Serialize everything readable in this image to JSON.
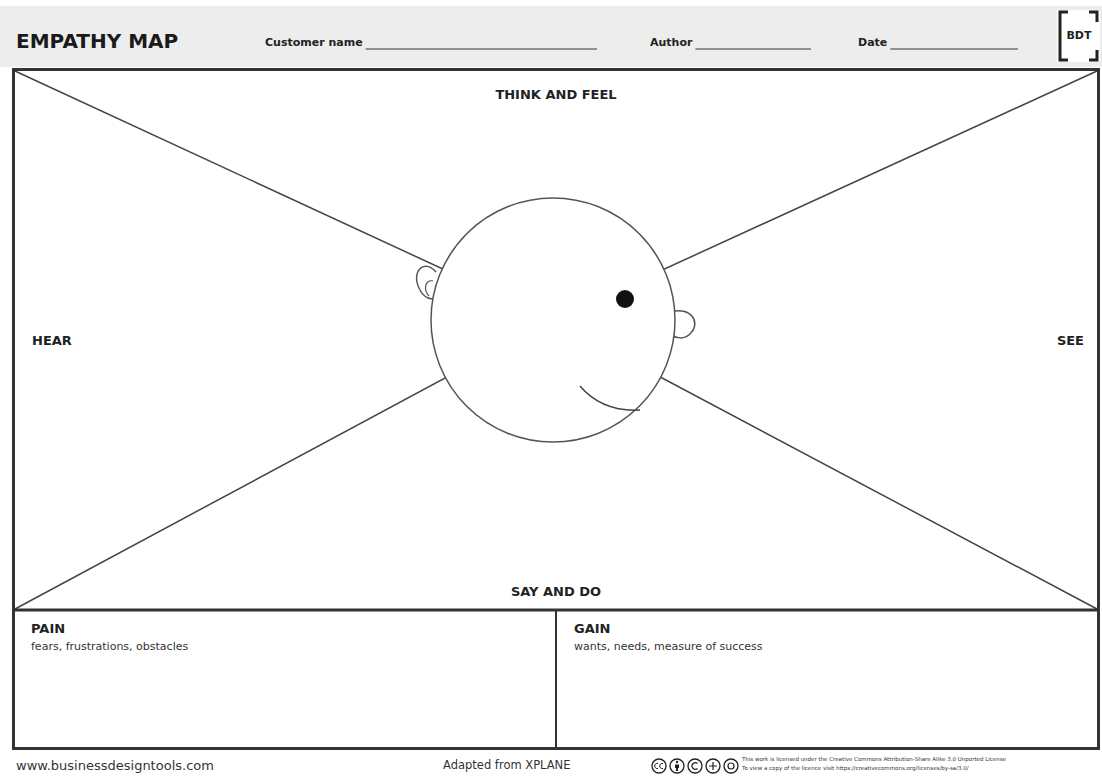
{
  "diagram": {
    "title": "EMPATHY MAP",
    "nodes": [
      {
        "text": [
          "THINK AND FEEL"
        ]
      },
      {
        "text": [
          "HEAR"
        ]
      },
      {
        "text": [
          "SEE"
        ]
      },
      {
        "text": [
          "SAY AND DO"
        ]
      },
      {
        "text": [
          "PAIN",
          "fears, frustrations, obstacles"
        ]
      },
      {
        "text": [
          "GAIN",
          "wants, needs, measure of success"
        ]
      }
    ],
    "labels": [
      "Customer name",
      "Author",
      "Date",
      "BDT",
      "www.businessdesigntools.com",
      "Adapted from XPLANE",
      "This work is licensed under the Creative Commons Attribution-Share Alike 3.0 Unported License",
      "To view a copy of the licence visit https://creativecommons.org/licenses/by-sa/3.0/"
    ]
  }
}
